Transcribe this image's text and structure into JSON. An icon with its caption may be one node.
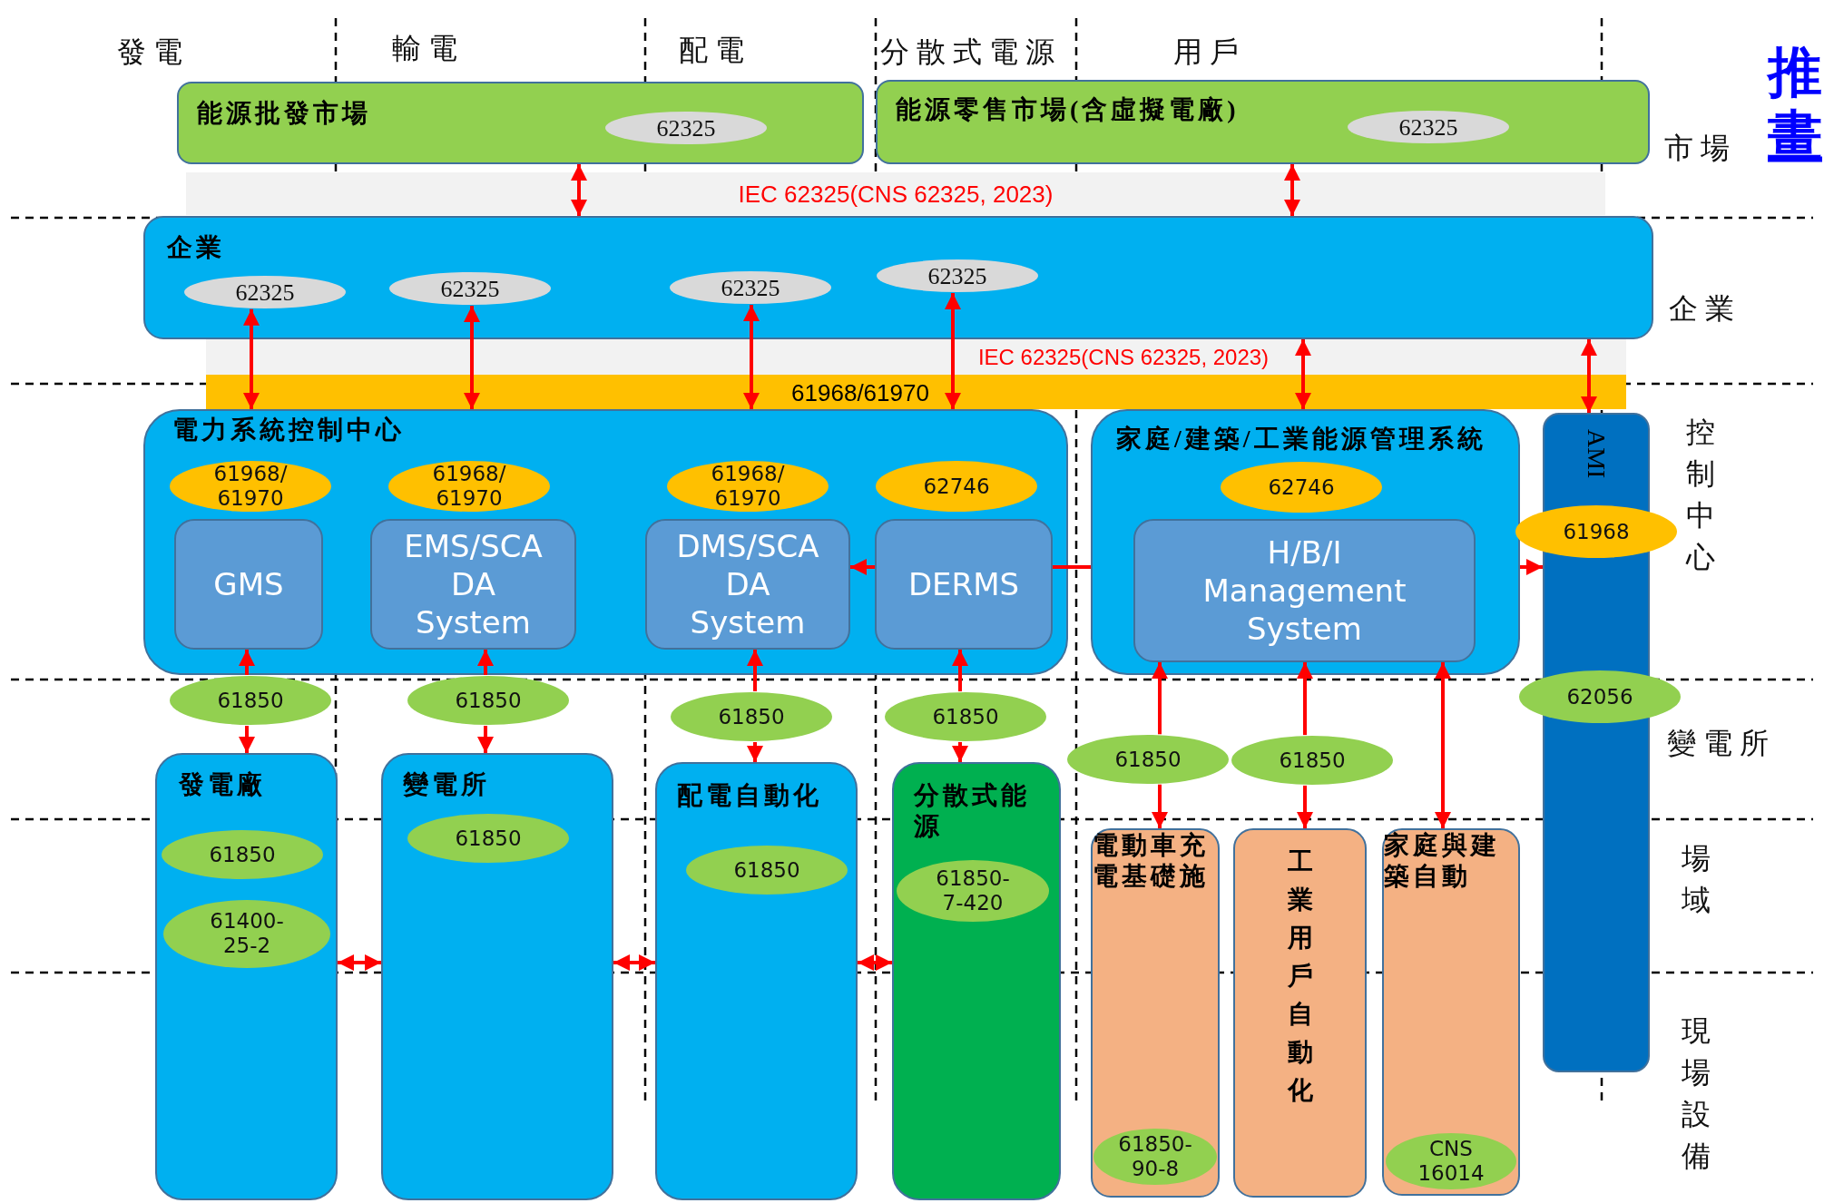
{
  "diagram": {
    "nodes": [
      {
        "text": [
          "能源批發市場"
        ]
      },
      {
        "text": [
          "62325"
        ],
        "in": 0
      },
      {
        "text": [
          "能源零售市場(含虛擬電廠)"
        ]
      },
      {
        "text": [
          "62325"
        ],
        "in": 2
      },
      {
        "text": [
          "企業"
        ]
      },
      {
        "text": [
          "62325"
        ],
        "in": 4
      },
      {
        "text": [
          "62325"
        ],
        "in": 4
      },
      {
        "text": [
          "62325"
        ],
        "in": 4
      },
      {
        "text": [
          "62325"
        ],
        "in": 4
      },
      {
        "text": [
          "電力系統控制中心"
        ]
      },
      {
        "text": [
          "61968/ 61970"
        ],
        "in": 9
      },
      {
        "text": [
          "GMS"
        ],
        "in": 9
      },
      {
        "text": [
          "61968/ 61970"
        ],
        "in": 9
      },
      {
        "text": [
          "EMS/SCADA System"
        ],
        "in": 9
      },
      {
        "text": [
          "61968/ 61970"
        ],
        "in": 9
      },
      {
        "text": [
          "DMS/SCADA System"
        ],
        "in": 9
      },
      {
        "text": [
          "62746"
        ],
        "in": 9
      },
      {
        "text": [
          "DERMS"
        ],
        "in": 9
      },
      {
        "text": [
          "家庭/建築/工業能源管理系統"
        ]
      },
      {
        "text": [
          "62746"
        ],
        "in": 18
      },
      {
        "text": [
          "H/B/I Management System"
        ],
        "in": 18
      },
      {
        "text": [
          "AMI"
        ]
      },
      {
        "text": [
          "61968"
        ]
      },
      {
        "text": [
          "62056"
        ]
      },
      {
        "text": [
          "61850"
        ]
      },
      {
        "text": [
          "61850"
        ]
      },
      {
        "text": [
          "61850"
        ]
      },
      {
        "text": [
          "61850"
        ]
      },
      {
        "text": [
          "61850"
        ]
      },
      {
        "text": [
          "61850"
        ]
      },
      {
        "text": [
          "發電廠"
        ]
      },
      {
        "text": [
          "61850"
        ],
        "in": 30
      },
      {
        "text": [
          "61400- 25-2"
        ],
        "in": 30
      },
      {
        "text": [
          "變電所"
        ]
      },
      {
        "text": [
          "61850"
        ],
        "in": 33
      },
      {
        "text": [
          "配電自動化"
        ]
      },
      {
        "text": [
          "61850"
        ],
        "in": 35
      },
      {
        "text": [
          "分散式能源"
        ]
      },
      {
        "text": [
          "61850- 7-420"
        ],
        "in": 37
      },
      {
        "text": [
          "電動車充電基礎施"
        ]
      },
      {
        "text": [
          "61850- 90-8"
        ],
        "in": 39
      },
      {
        "text": [
          "工業用戶自動化"
        ]
      },
      {
        "text": [
          "家庭與建築自動"
        ]
      },
      {
        "text": [
          "CNS 16014"
        ],
        "in": 42
      }
    ],
    "edges": [
      {
        "from": 0,
        "to": 4,
        "arrow": "both"
      },
      {
        "from": 2,
        "to": 4,
        "arrow": "both"
      },
      {
        "from": 5,
        "to": 9,
        "arrow": "both"
      },
      {
        "from": 6,
        "to": 9,
        "arrow": "both"
      },
      {
        "from": 7,
        "to": 9,
        "arrow": "both"
      },
      {
        "from": 8,
        "to": 9,
        "arrow": "both"
      },
      {
        "from": 4,
        "to": 18,
        "arrow": "both"
      },
      {
        "from": 4,
        "to": 21,
        "arrow": "both"
      },
      {
        "from": 17,
        "to": 15,
        "arrow": "to"
      },
      {
        "from": 17,
        "to": 18,
        "arrow": "none"
      },
      {
        "from": 18,
        "to": 21,
        "arrow": "to"
      },
      {
        "from": 24,
        "to": 11,
        "arrow": "to"
      },
      {
        "from": 24,
        "to": 30,
        "arrow": "to"
      },
      {
        "from": 25,
        "to": 13,
        "arrow": "to"
      },
      {
        "from": 25,
        "to": 33,
        "arrow": "to"
      },
      {
        "from": 26,
        "to": 15,
        "arrow": "to"
      },
      {
        "from": 26,
        "to": 35,
        "arrow": "to"
      },
      {
        "from": 27,
        "to": 17,
        "arrow": "to"
      },
      {
        "from": 27,
        "to": 37,
        "arrow": "to"
      },
      {
        "from": 28,
        "to": 20,
        "arrow": "to"
      },
      {
        "from": 28,
        "to": 39,
        "arrow": "to"
      },
      {
        "from": 29,
        "to": 20,
        "arrow": "to"
      },
      {
        "from": 29,
        "to": 41,
        "arrow": "to"
      },
      {
        "from": 20,
        "to": 42,
        "arrow": "both"
      },
      {
        "from": 30,
        "to": 33,
        "arrow": "both"
      },
      {
        "from": 33,
        "to": 35,
        "arrow": "both"
      },
      {
        "from": 35,
        "to": 37,
        "arrow": "both"
      }
    ],
    "labels": [
      "發電",
      "輸電",
      "配電",
      "分散式電源",
      "用戶",
      "推",
      "畫",
      "市場",
      "IEC 62325(CNS 62325, 2023)",
      "企業",
      "IEC 62325(CNS 62325, 2023)",
      "61968/61970",
      "控制中心",
      "變電所",
      "場域",
      "現場設備"
    ]
  }
}
